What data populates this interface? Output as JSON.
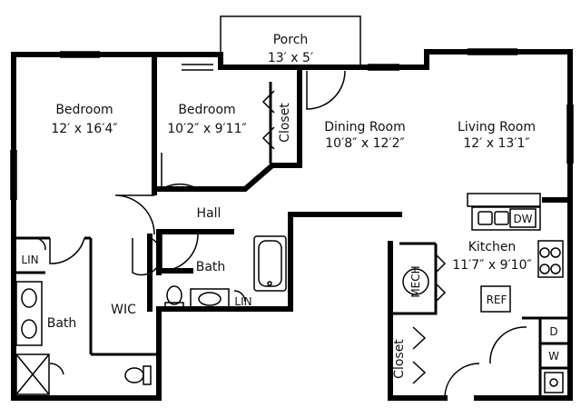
{
  "plan": {
    "porch": {
      "name": "Porch",
      "dims": "13′ x 5′"
    },
    "bedroom_1": {
      "name": "Bedroom",
      "dims": "12′ x 16′4″"
    },
    "bedroom_2": {
      "name": "Bedroom",
      "dims": "10′2″ x 9′11″"
    },
    "dining_room": {
      "name": "Dining Room",
      "dims": "10′8″ x 12′2″"
    },
    "living_room": {
      "name": "Living Room",
      "dims": "12′ x 13′1″"
    },
    "kitchen": {
      "name": "Kitchen",
      "dims": "11′7″ x 9′10″"
    },
    "hall": "Hall",
    "bath_1": "Bath",
    "bath_2": "Bath",
    "wic": "WIC",
    "closet_1": "Closet",
    "closet_2": "Closet",
    "lin_1": "LIN",
    "lin_2": "LIN",
    "mech": "MECH",
    "ref": "REF",
    "dw": "DW",
    "dryer": "D",
    "washer": "W"
  }
}
